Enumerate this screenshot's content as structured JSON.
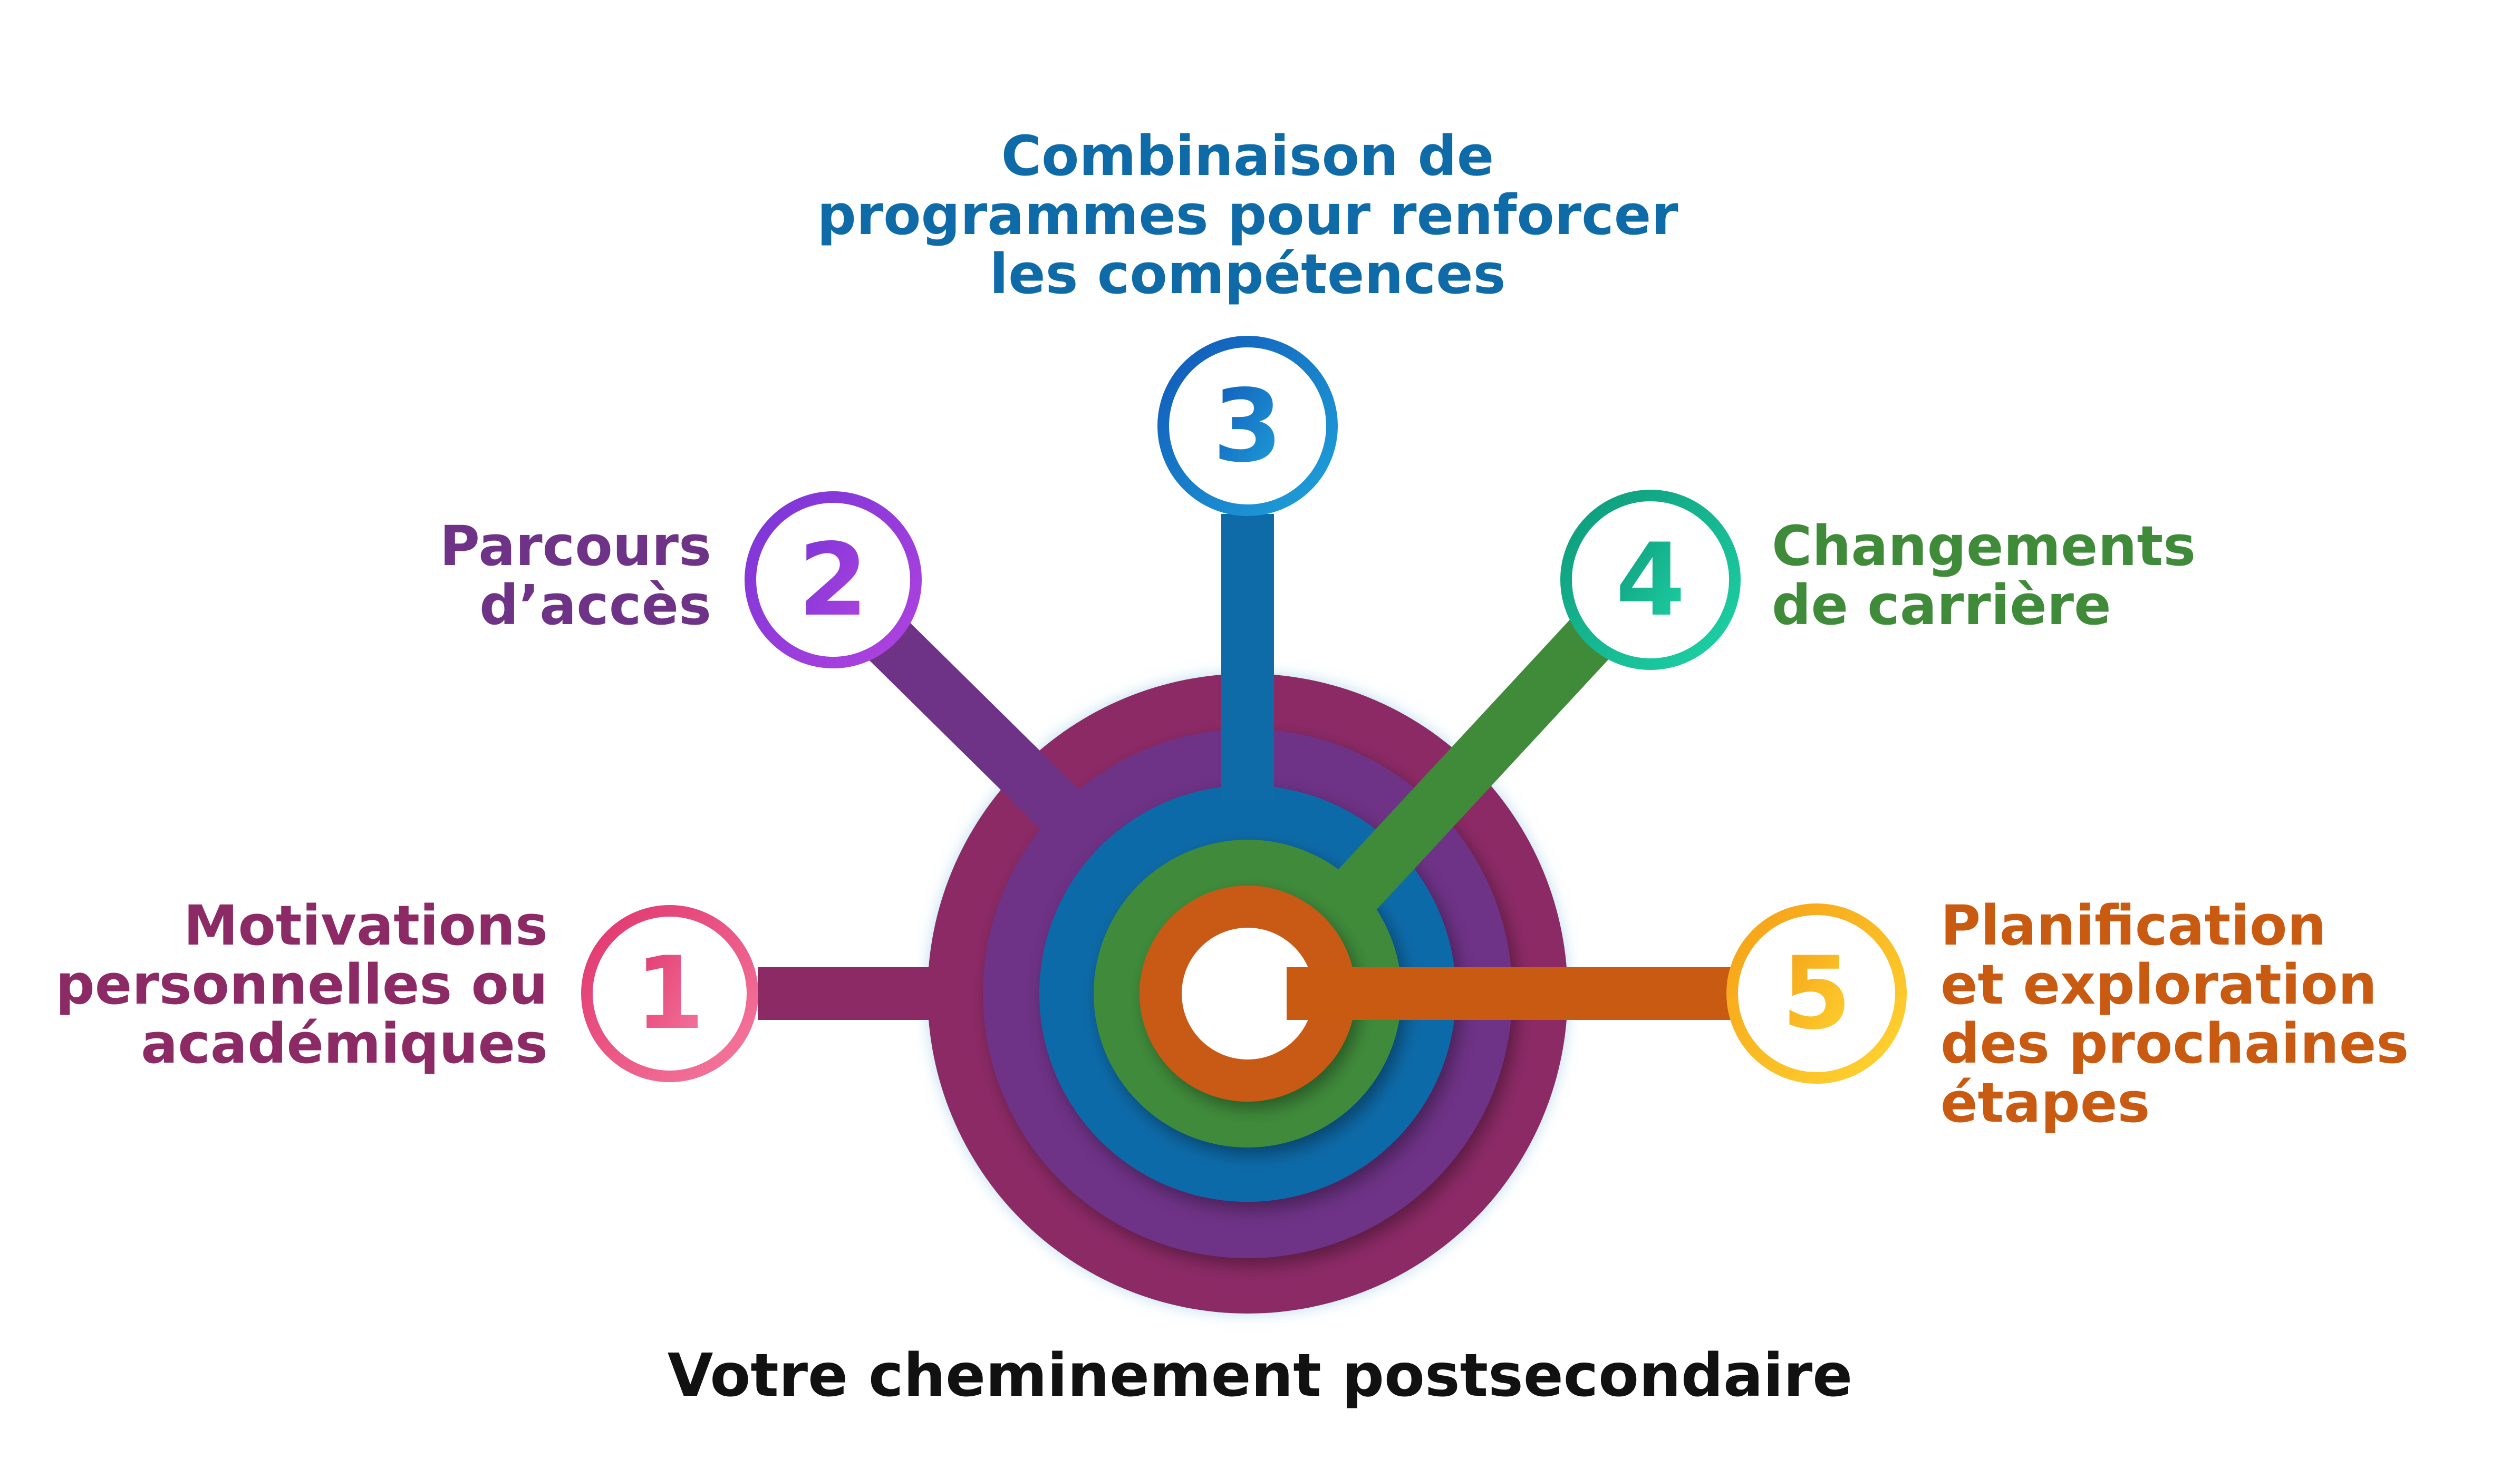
{
  "caption": "Votre cheminement postsecondaire",
  "colors": {
    "ring1": "#8C2A66",
    "ring2": "#6E3286",
    "ring3": "#0E6BA8",
    "ring4": "#3F8B3A",
    "ring5": "#C95A12",
    "text1": "#8C2A66",
    "text2": "#6E3286",
    "text3": "#0E6BA8",
    "text4": "#3F8B3A",
    "text5": "#C95A12"
  },
  "steps": [
    {
      "number": "1",
      "label": "Motivations\npersonnelles ou\nacadémiques",
      "gradient": [
        "#E0356E",
        "#F57A9E"
      ]
    },
    {
      "number": "2",
      "label": "Parcours\nd’accès",
      "gradient": [
        "#7A35D6",
        "#B043E0"
      ]
    },
    {
      "number": "3",
      "label": "Combinaison de\nprogrammes pour renforcer\nles compétences",
      "gradient": [
        "#1158B8",
        "#1FA3DA"
      ]
    },
    {
      "number": "4",
      "label": "Changements\nde carrière",
      "gradient": [
        "#0E9A7A",
        "#1ED3A6"
      ]
    },
    {
      "number": "5",
      "label": "Planification\net exploration\ndes prochaines\nétapes",
      "gradient": [
        "#F5A017",
        "#FFD531"
      ]
    }
  ]
}
